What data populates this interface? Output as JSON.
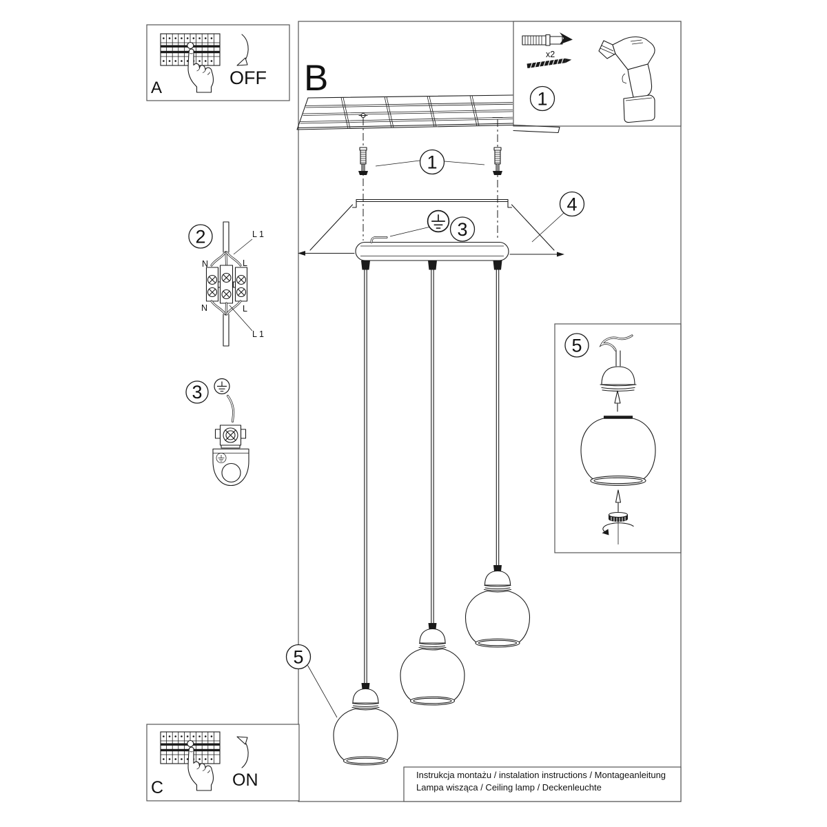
{
  "panel_a": {
    "letter": "A",
    "switch": "OFF"
  },
  "section_b": {
    "letter": "B"
  },
  "panel_1": {
    "number": "1",
    "screw_qty": "x2"
  },
  "panel_2": {
    "number": "2",
    "wire_top": "L 1",
    "neutral_top": "N",
    "live_top": "L",
    "neutral_bottom": "N",
    "live_bottom": "L",
    "wire_bottom": "L 1"
  },
  "panel_3": {
    "number": "3"
  },
  "panel_5": {
    "number": "5"
  },
  "panel_c": {
    "letter": "C",
    "switch": "ON"
  },
  "callouts": {
    "screws": "1",
    "earth": "3",
    "canopy": "4",
    "shade": "5"
  },
  "footer": {
    "line1": "Instrukcja montażu / instalation instructions / Montageanleitung",
    "line2": "Lampa wisząca / Ceiling lamp / Deckenleuchte"
  },
  "colors": {
    "ink": "#1a1a1a",
    "frame": "#555555",
    "paper": "#ffffff"
  }
}
